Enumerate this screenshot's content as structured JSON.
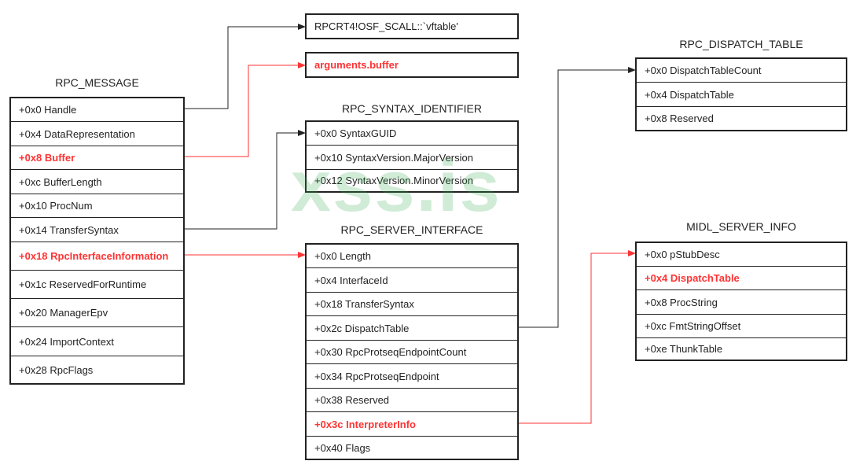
{
  "colors": {
    "line": "#222222",
    "highlight": "#ff3333",
    "watermark": "#2ea84a"
  },
  "top_labels": {
    "vftable": "RPCRT4!OSF_SCALL::`vftable'",
    "arguments_buffer": "arguments.buffer"
  },
  "rpc_message": {
    "title": "RPC_MESSAGE",
    "rows": [
      "+0x0 Handle",
      "+0x4 DataRepresentation",
      "+0x8 Buffer",
      "+0xc BufferLength",
      "+0x10 ProcNum",
      "+0x14 TransferSyntax",
      "+0x18 RpcInterfaceInformation",
      "+0x1c ReservedForRuntime",
      "+0x20 ManagerEpv",
      "+0x24 ImportContext",
      "+0x28 RpcFlags"
    ]
  },
  "rpc_syntax_identifier": {
    "title": "RPC_SYNTAX_IDENTIFIER",
    "rows": [
      "+0x0 SyntaxGUID",
      "+0x10 SyntaxVersion.MajorVersion",
      "+0x12 SyntaxVersion.MinorVersion"
    ]
  },
  "rpc_server_interface": {
    "title": "RPC_SERVER_INTERFACE",
    "rows": [
      "+0x0 Length",
      "+0x4 InterfaceId",
      "+0x18 TransferSyntax",
      "+0x2c DispatchTable",
      "+0x30 RpcProtseqEndpointCount",
      "+0x34 RpcProtseqEndpoint",
      "+0x38 Reserved",
      "+0x3c InterpreterInfo",
      "+0x40 Flags"
    ]
  },
  "rpc_dispatch_table": {
    "title": "RPC_DISPATCH_TABLE",
    "rows": [
      "+0x0 DispatchTableCount",
      "+0x4 DispatchTable",
      "+0x8 Reserved"
    ]
  },
  "midl_server_info": {
    "title": "MIDL_SERVER_INFO",
    "rows": [
      "+0x0 pStubDesc",
      "+0x4 DispatchTable",
      "+0x8 ProcString",
      "+0xc FmtStringOffset",
      "+0xe ThunkTable"
    ]
  },
  "watermark": "xss.is"
}
